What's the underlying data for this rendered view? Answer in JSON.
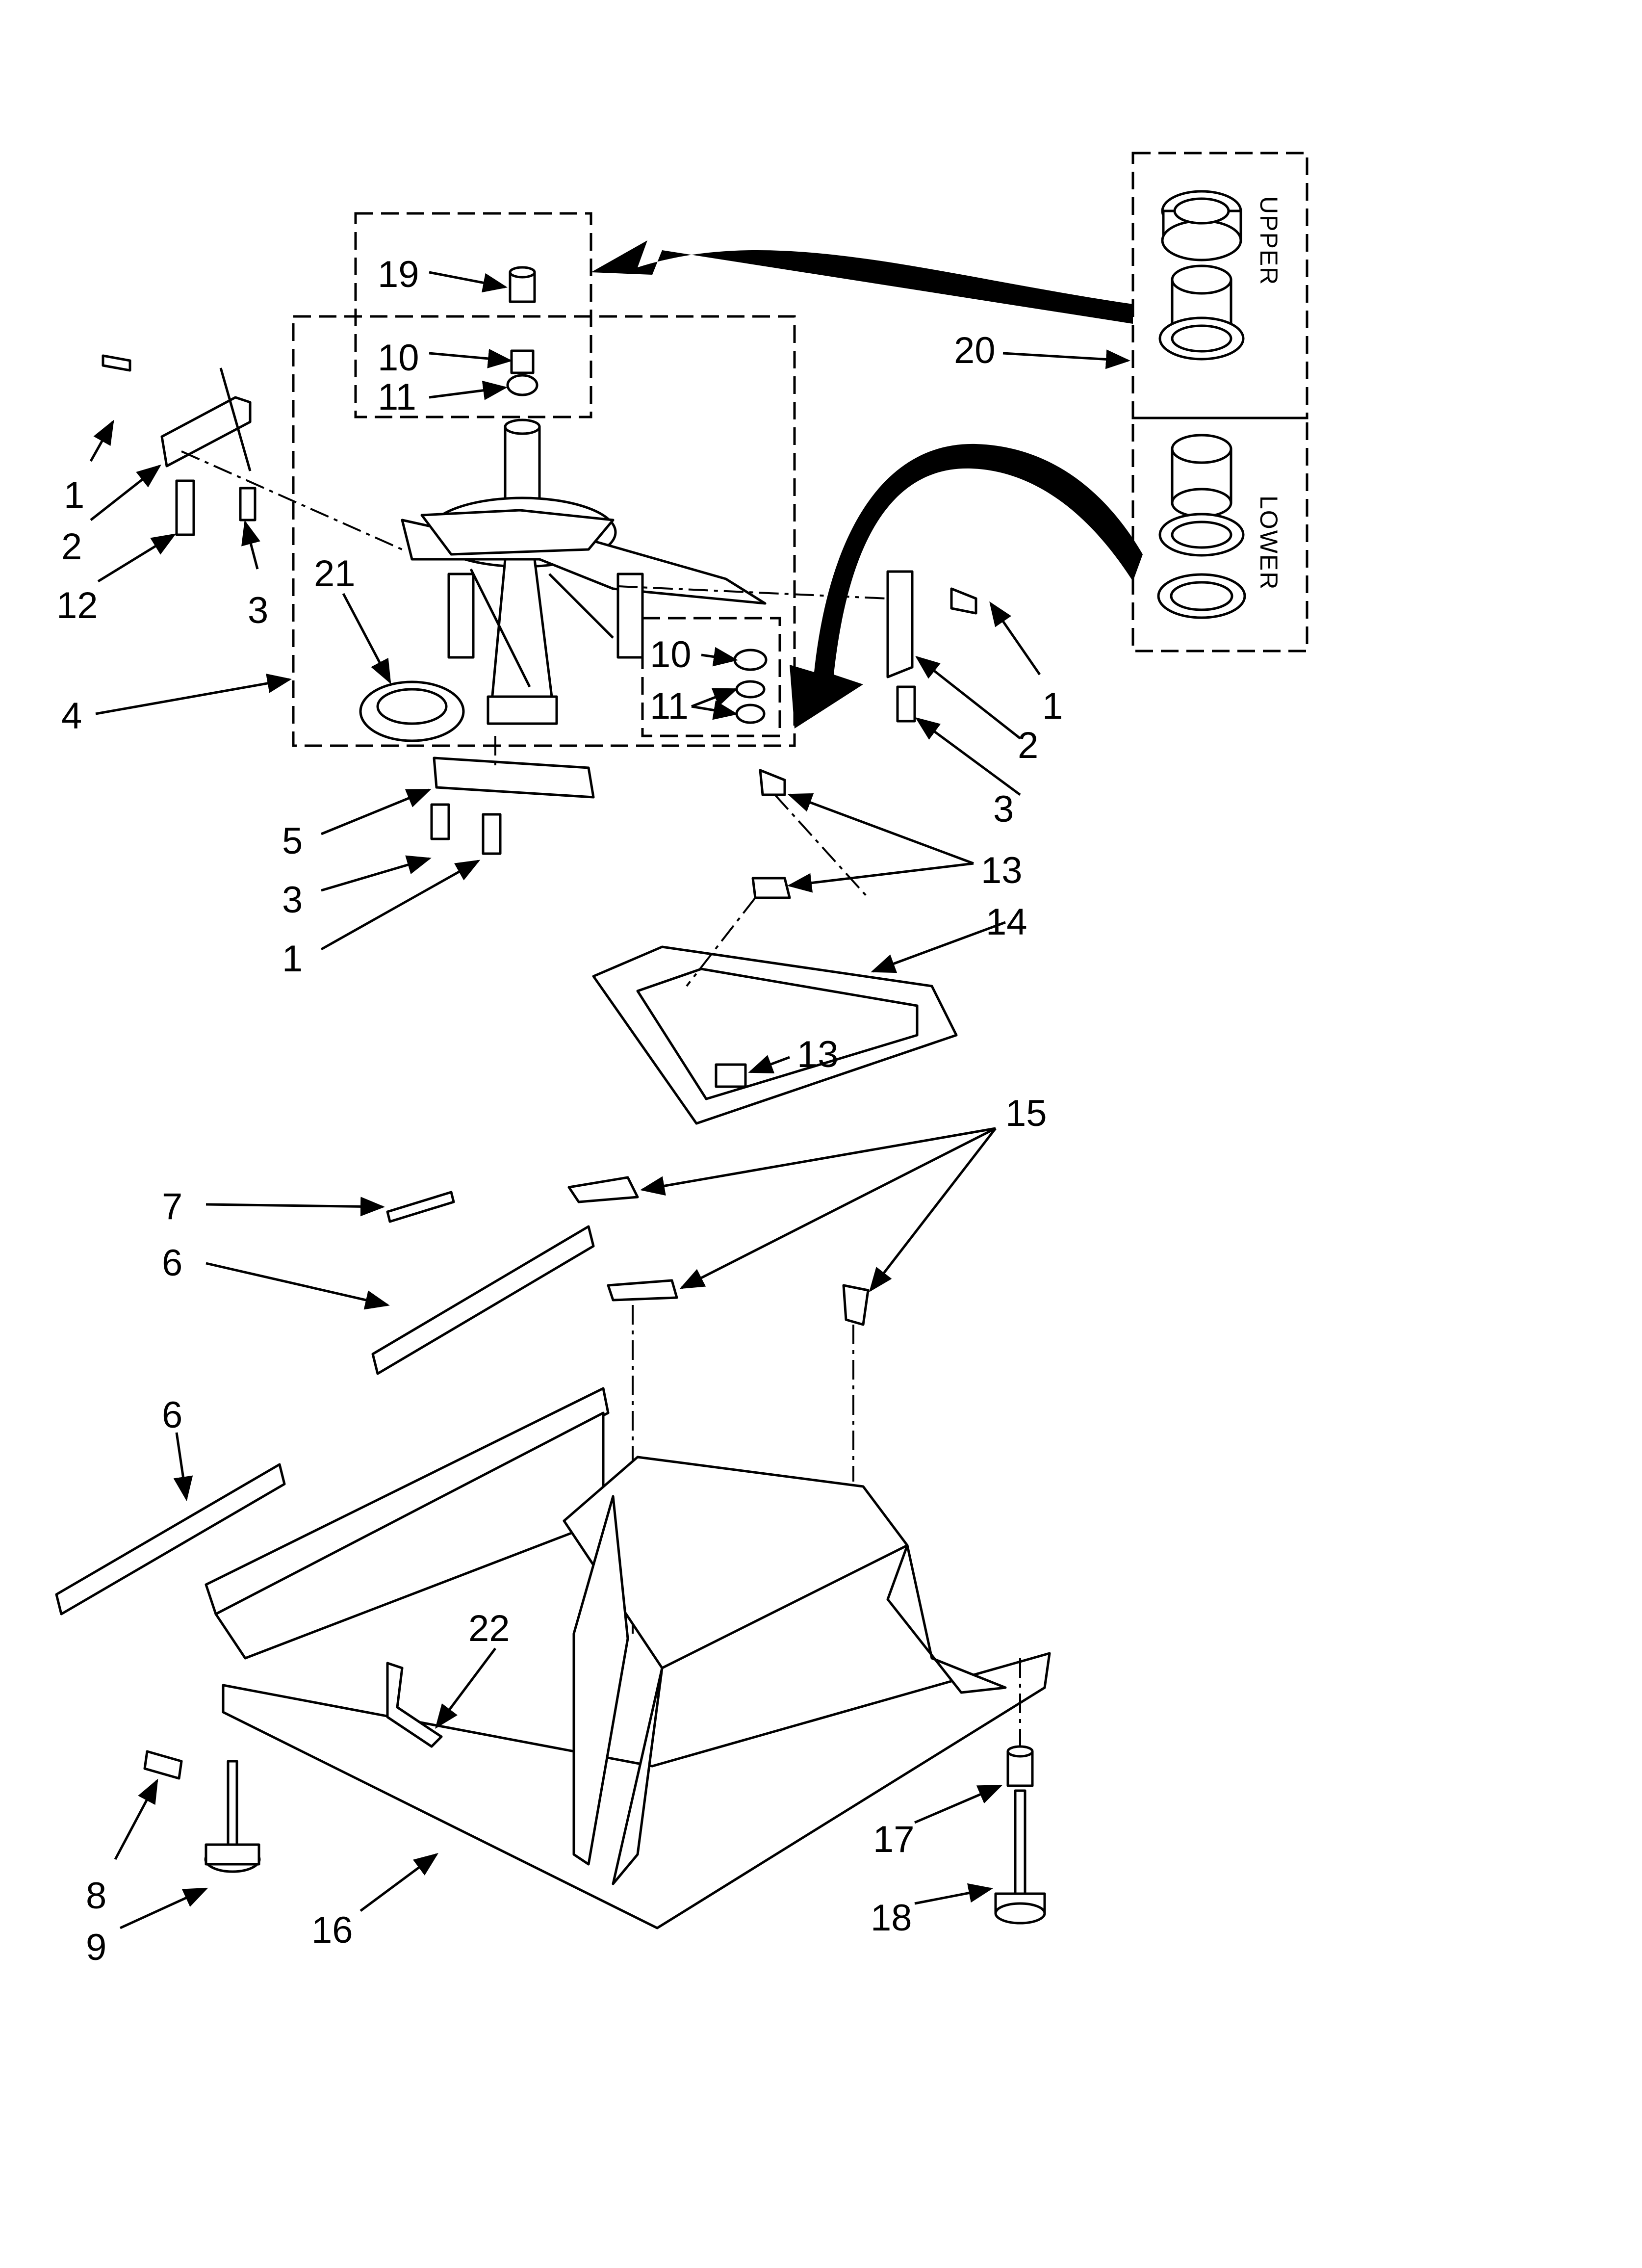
{
  "diagram": {
    "callouts": [
      "1",
      "2",
      "12",
      "3",
      "4",
      "21",
      "5",
      "3",
      "1",
      "19",
      "10",
      "11",
      "10",
      "11",
      "1",
      "2",
      "3",
      "20",
      "13",
      "14",
      "13",
      "15",
      "7",
      "6",
      "6",
      "22",
      "8",
      "9",
      "16",
      "17",
      "18"
    ],
    "box_labels": {
      "upper": "UPPER",
      "lower": "LOWER"
    }
  }
}
